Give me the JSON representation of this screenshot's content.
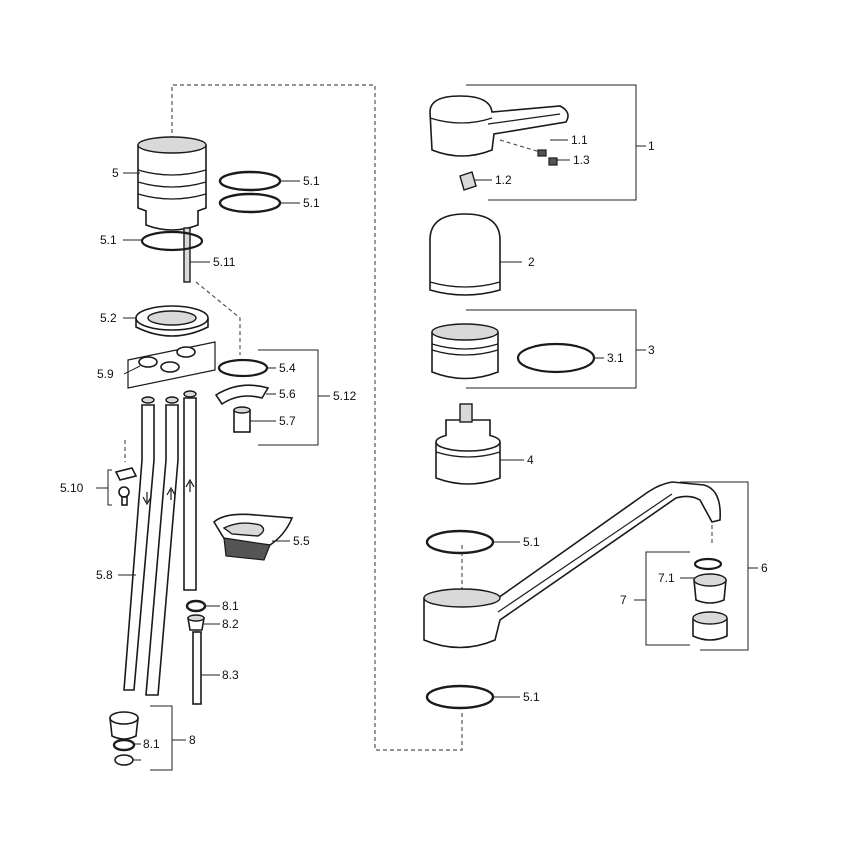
{
  "labels": {
    "l1": "1",
    "l1_1": "1.1",
    "l1_2": "1.2",
    "l1_3": "1.3",
    "l2": "2",
    "l3": "3",
    "l3_1": "3.1",
    "l4": "4",
    "l5": "5",
    "l5_1a": "5.1",
    "l5_1b": "5.1",
    "l5_1c": "5.1",
    "l5_1d": "5.1",
    "l5_1e": "5.1",
    "l5_2": "5.2",
    "l5_4": "5.4",
    "l5_5": "5.5",
    "l5_6": "5.6",
    "l5_7": "5.7",
    "l5_8": "5.8",
    "l5_9": "5.9",
    "l5_10": "5.10",
    "l5_11": "5.11",
    "l5_12": "5.12",
    "l6": "6",
    "l7": "7",
    "l7_1": "7.1",
    "l8": "8",
    "l8_1a": "8.1",
    "l8_1b": "8.1",
    "l8_2": "8.2",
    "l8_3": "8.3"
  }
}
